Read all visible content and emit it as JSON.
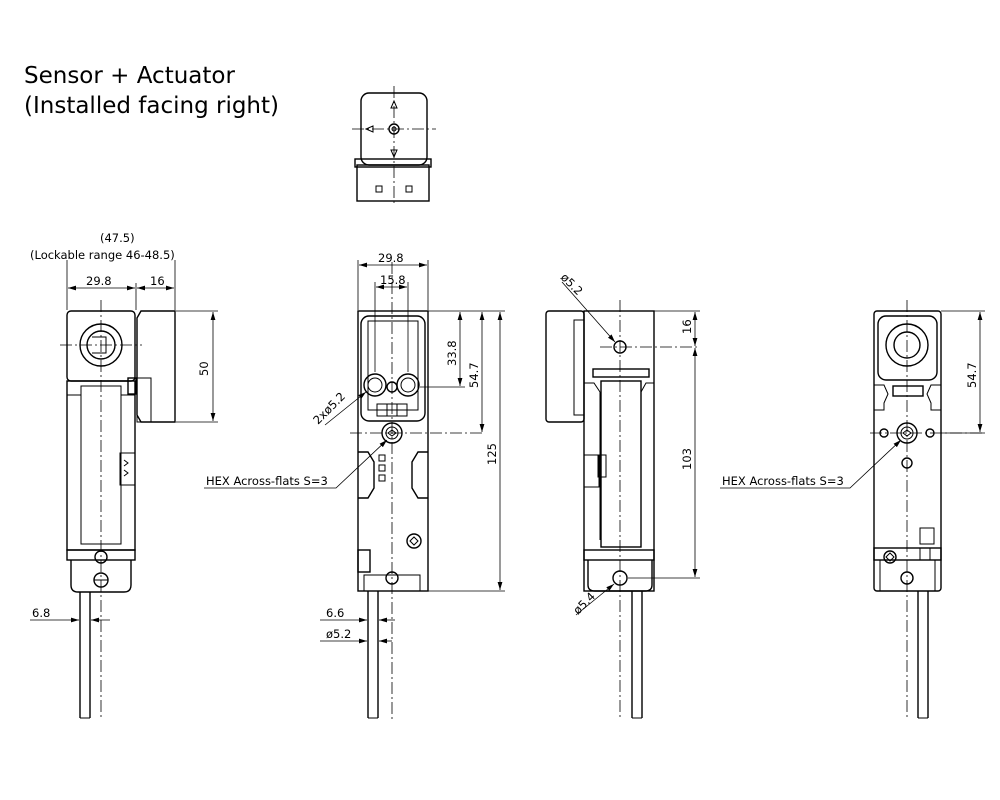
{
  "title": {
    "line1": "Sensor + Actuator",
    "line2": "(Installed facing right)"
  },
  "dimensions": {
    "overall_paren": "(47.5)",
    "lockable_range": "(Lockable range 46-48.5)",
    "left_width": "29.8",
    "left_actuator": "16",
    "left_height": "50",
    "left_cable": "6.8",
    "front_width": "29.8",
    "front_pitch": "15.8",
    "front_h1": "33.8",
    "front_h2": "54.7",
    "front_total": "125",
    "front_holes": "2xø5.2",
    "front_hex": "HEX Across-flats S=3",
    "front_cable": "6.6",
    "front_cable_dia": "ø5.2",
    "back_top_hole": "ø5.2",
    "back_top_dist": "16",
    "back_pitch": "103",
    "back_bottom_hole": "ø5.4",
    "right_height": "54.7",
    "right_hex": "HEX Across-flats S=3"
  }
}
